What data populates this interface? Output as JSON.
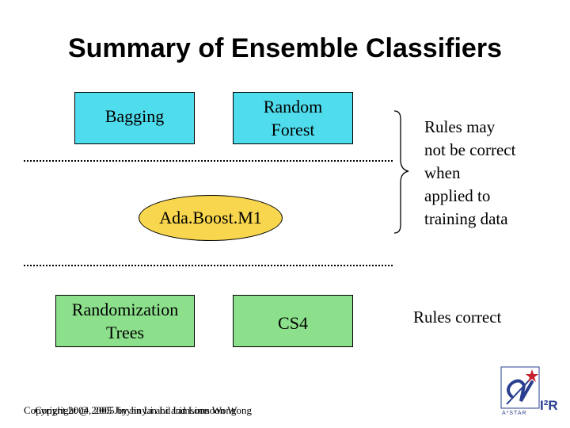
{
  "title": "Summary of Ensemble Classifiers",
  "boxes": {
    "bagging": "Bagging",
    "random_forest": [
      "Random",
      "Forest"
    ],
    "adaboost": "Ada.Boost.M1",
    "randomization_trees": [
      "Randomization",
      "Trees"
    ],
    "cs4": "CS4"
  },
  "notes": {
    "rules_may_not": [
      "Rules may",
      "not be correct",
      "when",
      "applied to",
      "training data"
    ],
    "rules_correct": "Rules correct"
  },
  "footer": {
    "line1": "Copyright 2004, 2005 by Jinyan Li and Limsoon Wong",
    "line2": "Copyright @ 2005 Jinyan Li and Limsoon Wong"
  },
  "logo": {
    "star_text": "A*STAR",
    "brand_text": "I²R"
  },
  "colors": {
    "cyan": "#4fdcec",
    "green": "#8ce08c",
    "yellow": "#f8d64e",
    "logo_red": "#c8202c",
    "logo_blue": "#2a3f8f"
  }
}
